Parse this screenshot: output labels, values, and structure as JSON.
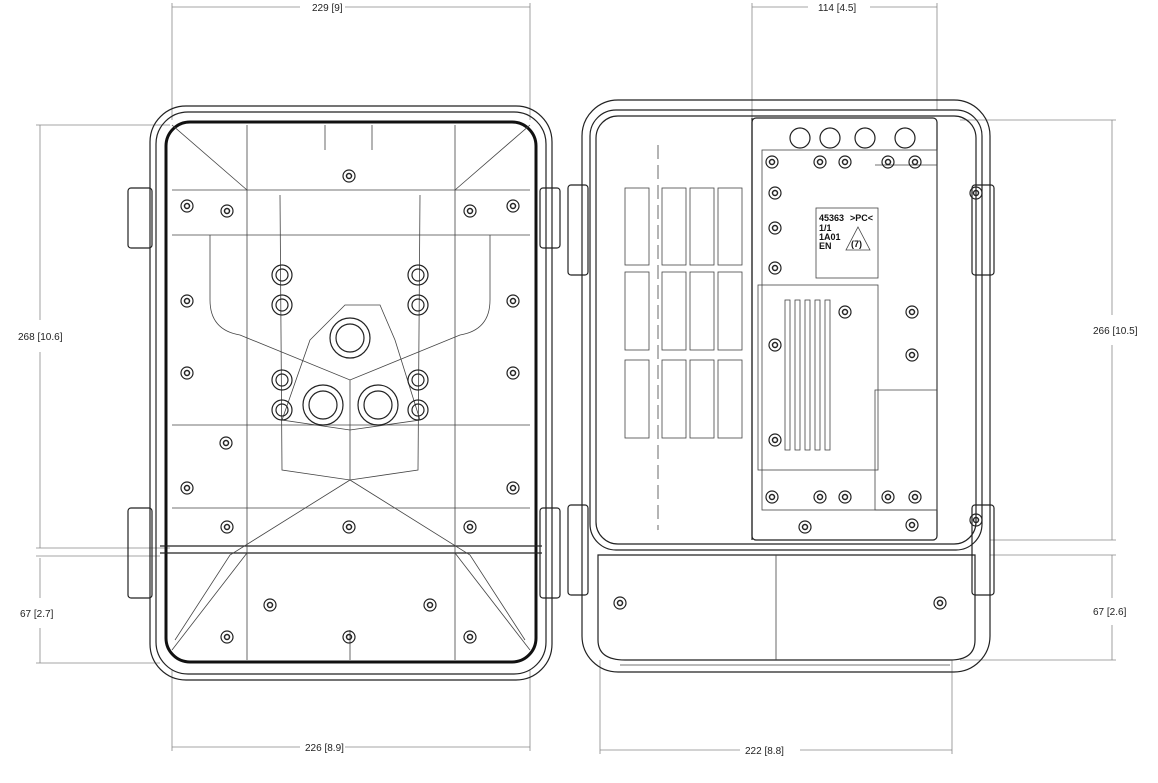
{
  "dimensions": {
    "door_width_top": "229  [9]",
    "plate_width_top": "114  [4.5]",
    "door_height": "268  [10.6]",
    "door_lower_height": "67  [2.7]",
    "box_height": "266  [10.5]",
    "box_lower_height": "67  [2.6]",
    "door_width_bottom": "226  [8.9]",
    "box_width_bottom": "222  [8.8]"
  },
  "part_label": {
    "line1": "45363",
    "material": ">PC<",
    "line2": "1/1",
    "line3": "1A01",
    "line4": "EN",
    "recycle_code": "(7)"
  }
}
